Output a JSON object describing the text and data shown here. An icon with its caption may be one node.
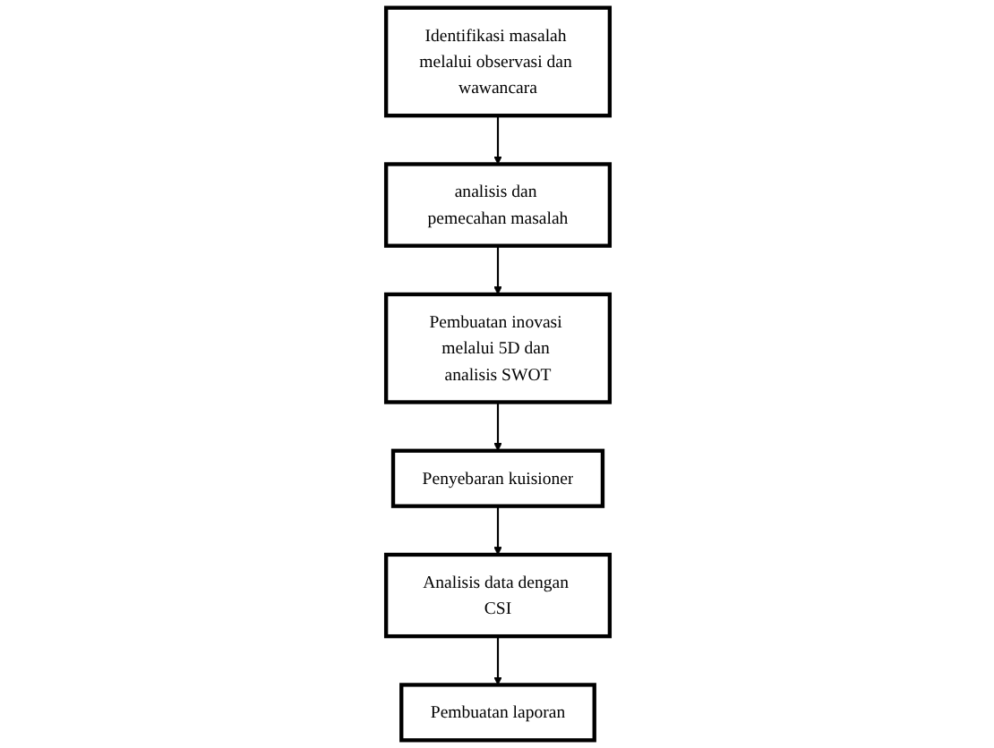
{
  "diagram": {
    "nodes": [
      {
        "text": [
          "Identifikasi masalah melalui observasi dan wawancara"
        ]
      },
      {
        "text": [
          "analisis dan pemecahan masalah"
        ]
      },
      {
        "text": [
          "Pembuatan inovasi melalui 5D dan analisis SWOT"
        ]
      },
      {
        "text": [
          "Penyebaran kuisioner"
        ]
      },
      {
        "text": [
          "Analisis data dengan CSI"
        ]
      },
      {
        "text": [
          "Pembuatan laporan"
        ]
      }
    ],
    "edges": [
      {
        "from": 0,
        "to": 1,
        "arrow": "to"
      },
      {
        "from": 1,
        "to": 2,
        "arrow": "to"
      },
      {
        "from": 2,
        "to": 3,
        "arrow": "to"
      },
      {
        "from": 3,
        "to": 4,
        "arrow": "to"
      },
      {
        "from": 4,
        "to": 5,
        "arrow": "to"
      }
    ]
  }
}
